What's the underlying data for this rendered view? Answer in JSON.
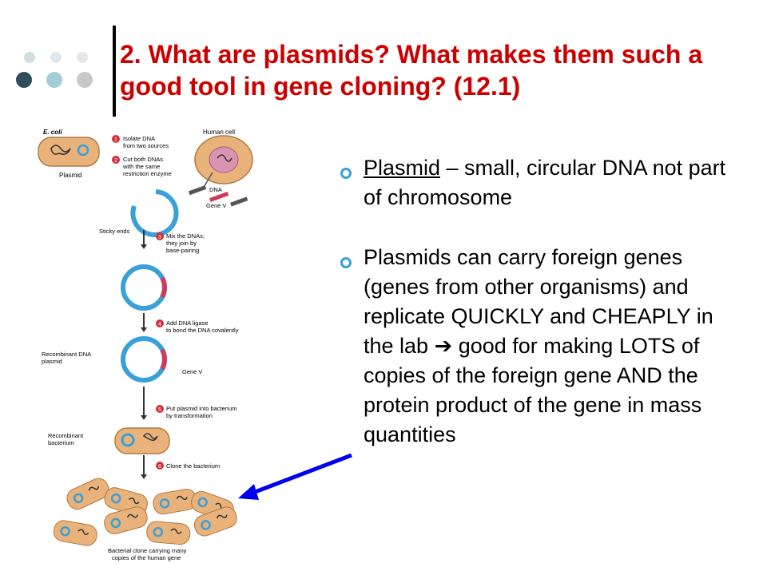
{
  "title": "2.  What are plasmids?  What makes them such a good tool in gene cloning? (12.1)",
  "bullets": [
    {
      "term": "Plasmid",
      "text": " – small, circular DNA not part of chromosome"
    },
    {
      "before": "Plasmids can carry foreign genes (genes from other organisms) and replicate QUICKLY and CHEAPLY in the lab ",
      "arrow": "➔",
      "after": " good for making LOTS of copies of the foreign gene AND the protein product of the gene in mass quantities"
    }
  ],
  "figure": {
    "ecoli": "E. coli",
    "plasmid": "Plasmid",
    "human_cell": "Human cell",
    "dna": "DNA",
    "gene_v": "Gene V",
    "sticky_ends": "Sticky ends",
    "step1": [
      "Isolate DNA",
      "from two sources"
    ],
    "step2": [
      "Cut both DNAs",
      "with the same",
      "restriction enzyme"
    ],
    "step3": [
      "Mix the DNAs;",
      "they join by",
      "base-pairing"
    ],
    "step4": [
      "Add DNA ligase",
      "to bond the DNA covalently"
    ],
    "step5": [
      "Put plasmid into bacterium",
      "by transformation"
    ],
    "step6": [
      "Clone the bacterium"
    ],
    "step_numbers": [
      "1",
      "2",
      "3",
      "4",
      "5",
      "6"
    ],
    "recomb_plasmid": [
      "Recombinant DNA",
      "plasmid"
    ],
    "recomb_bacterium": [
      "Recombinant",
      "bacterium"
    ],
    "clone_caption": [
      "Bacterial clone carrying many",
      "copies of the human gene"
    ]
  },
  "colors": {
    "title": "#cc0000",
    "arrow": "#0000ee",
    "plasmid_ring": "#3aa0d8",
    "bacterium": "#e8b27a",
    "gene": "#d03a5a"
  }
}
